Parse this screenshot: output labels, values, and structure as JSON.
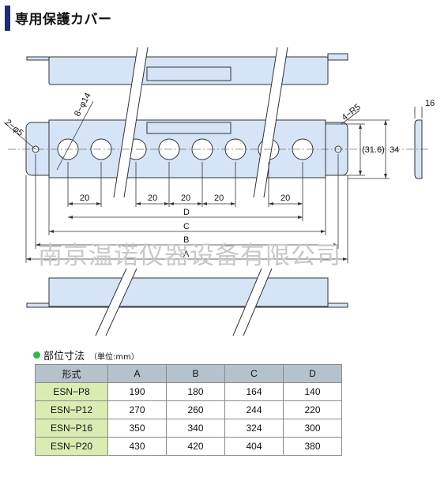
{
  "header": {
    "title": "専用保護カバー"
  },
  "drawing": {
    "hole_count_label": "8−φ14",
    "end_hole_label": "2−φ5",
    "corner_label": "4−R5",
    "pitch_labels": [
      "20",
      "20",
      "20",
      "20",
      "20"
    ],
    "overall_labels": {
      "d": "D",
      "c": "C",
      "b": "B",
      "a": "A"
    },
    "height_inner": "(31.6)",
    "height_outer": "34",
    "side_depth": "16"
  },
  "watermark": "南京温诺仪器设备有限公司",
  "spec": {
    "heading": "部位寸法",
    "unit_note": "（単位:mm）",
    "columns": [
      "形式",
      "A",
      "B",
      "C",
      "D"
    ],
    "rows": [
      [
        "ESN−P8",
        "190",
        "180",
        "164",
        "140"
      ],
      [
        "ESN−P12",
        "270",
        "260",
        "244",
        "220"
      ],
      [
        "ESN−P16",
        "350",
        "340",
        "324",
        "300"
      ],
      [
        "ESN−P20",
        "430",
        "420",
        "404",
        "380"
      ]
    ]
  },
  "colors": {
    "part_fill": "#d6e4f7",
    "accent_bar": "#1d2f6e",
    "bullet": "#2db84a",
    "header_cell": "#b5c2cc",
    "model_cell": "#dbecb3"
  }
}
